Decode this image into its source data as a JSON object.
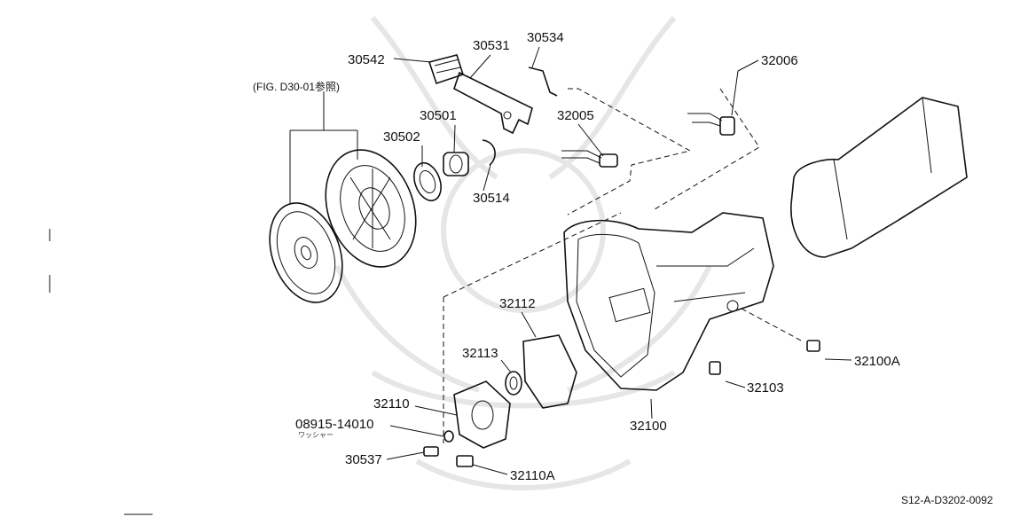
{
  "diagram": {
    "reference_note": "(FIG. D30-01参照)",
    "footer_code": "S12-A-D3202-0092",
    "washer_text": "ワッシャー",
    "parts": {
      "p30542": "30542",
      "p30531": "30531",
      "p30534": "30534",
      "p32006": "32006",
      "p30501": "30501",
      "p32005": "32005",
      "p30502": "30502",
      "p30514": "30514",
      "p32112": "32112",
      "p32113": "32113",
      "p32110": "32110",
      "p32100A": "32100A",
      "p32103": "32103",
      "p08915": "08915-14010",
      "p32100": "32100",
      "p30537": "30537",
      "p32110A": "32110A"
    }
  }
}
